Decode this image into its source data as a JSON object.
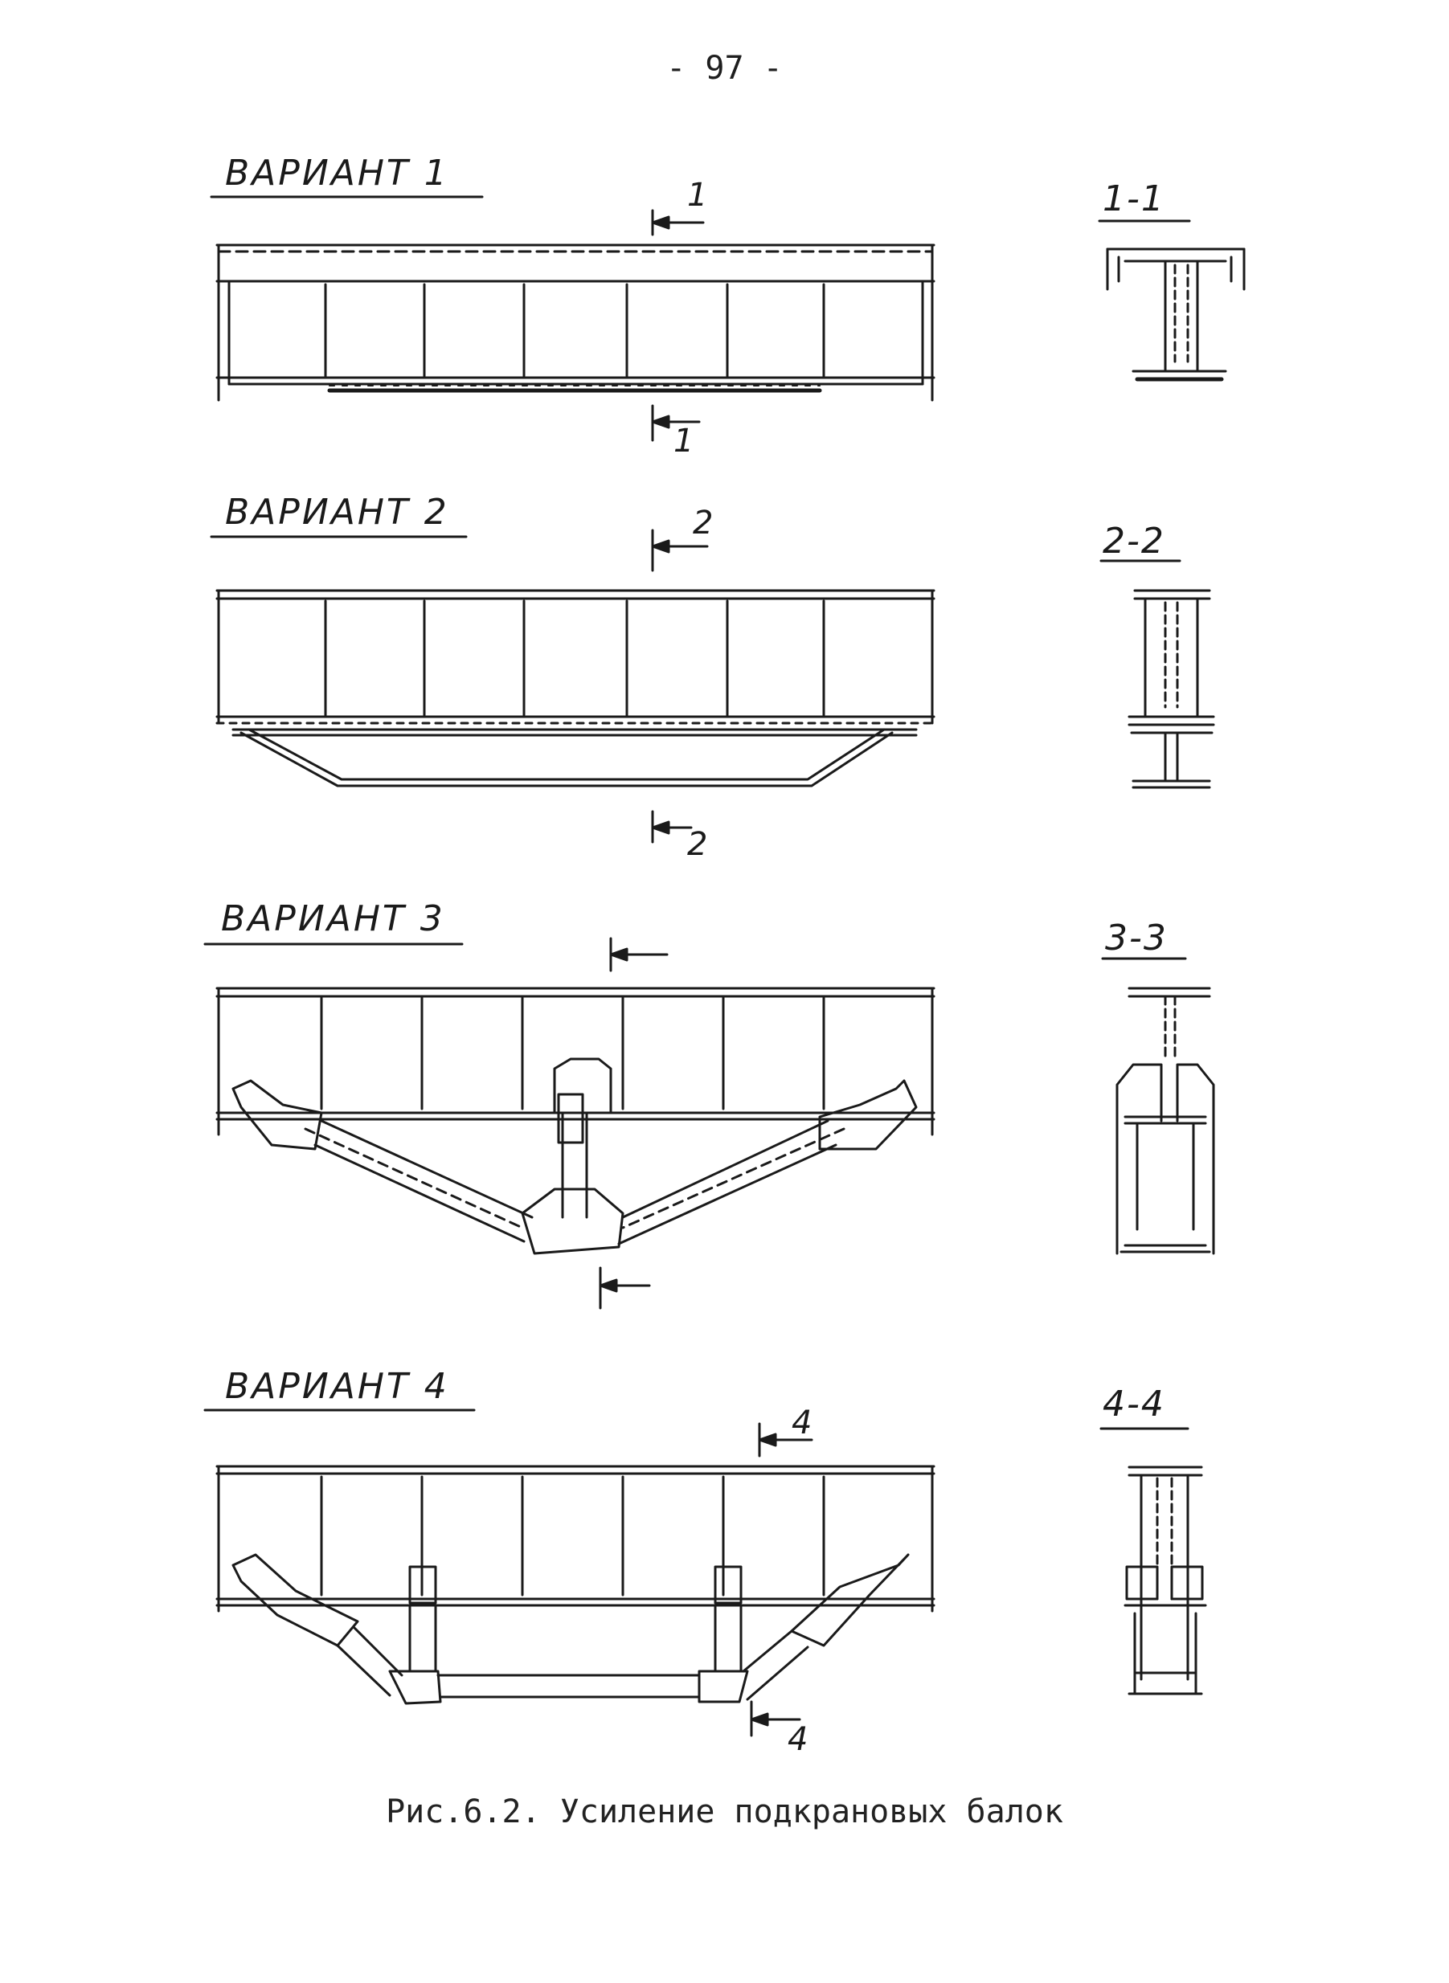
{
  "page_number": "- 97 -",
  "variants": [
    {
      "title": "ВАРИАНТ 1",
      "section": "1-1",
      "cut_top": "1",
      "cut_bottom": "1"
    },
    {
      "title": "ВАРИАНТ 2",
      "section": "2-2",
      "cut_top": "2",
      "cut_bottom": "2"
    },
    {
      "title": "ВАРИАНТ 3",
      "section": "3-3",
      "cut_top": "",
      "cut_bottom": ""
    },
    {
      "title": "ВАРИАНТ 4",
      "section": "4-4",
      "cut_top": "4",
      "cut_bottom": "4"
    }
  ],
  "caption": "Рис.6.2. Усиление подкрановых балок",
  "colors": {
    "ink": "#1a1a1a",
    "paper": "#ffffff"
  }
}
